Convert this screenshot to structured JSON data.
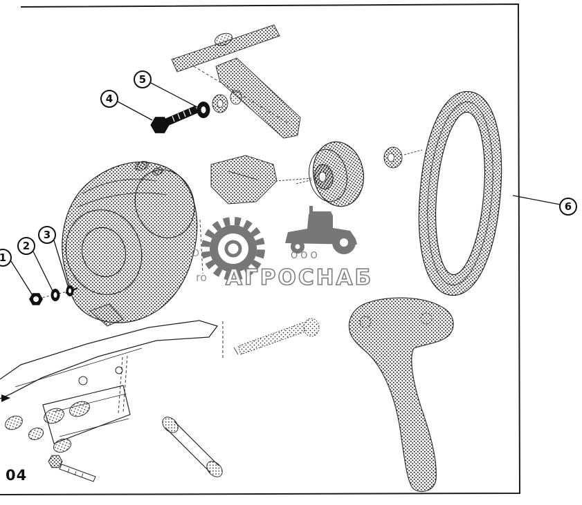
{
  "page": {
    "code": "04"
  },
  "callouts": [
    {
      "label": "1"
    },
    {
      "label": "2"
    },
    {
      "label": "3"
    },
    {
      "label": "4"
    },
    {
      "label": "5"
    },
    {
      "label": "6"
    }
  ],
  "watermark": {
    "company_prefix": "ООО",
    "company_name": "АГРОСНАБ",
    "fragment_left": "О",
    "fragment_bottom": "ro"
  },
  "colors": {
    "ink": "#1a1a1a",
    "watermark_gray": "#5f5f5f",
    "background": "#ffffff"
  }
}
